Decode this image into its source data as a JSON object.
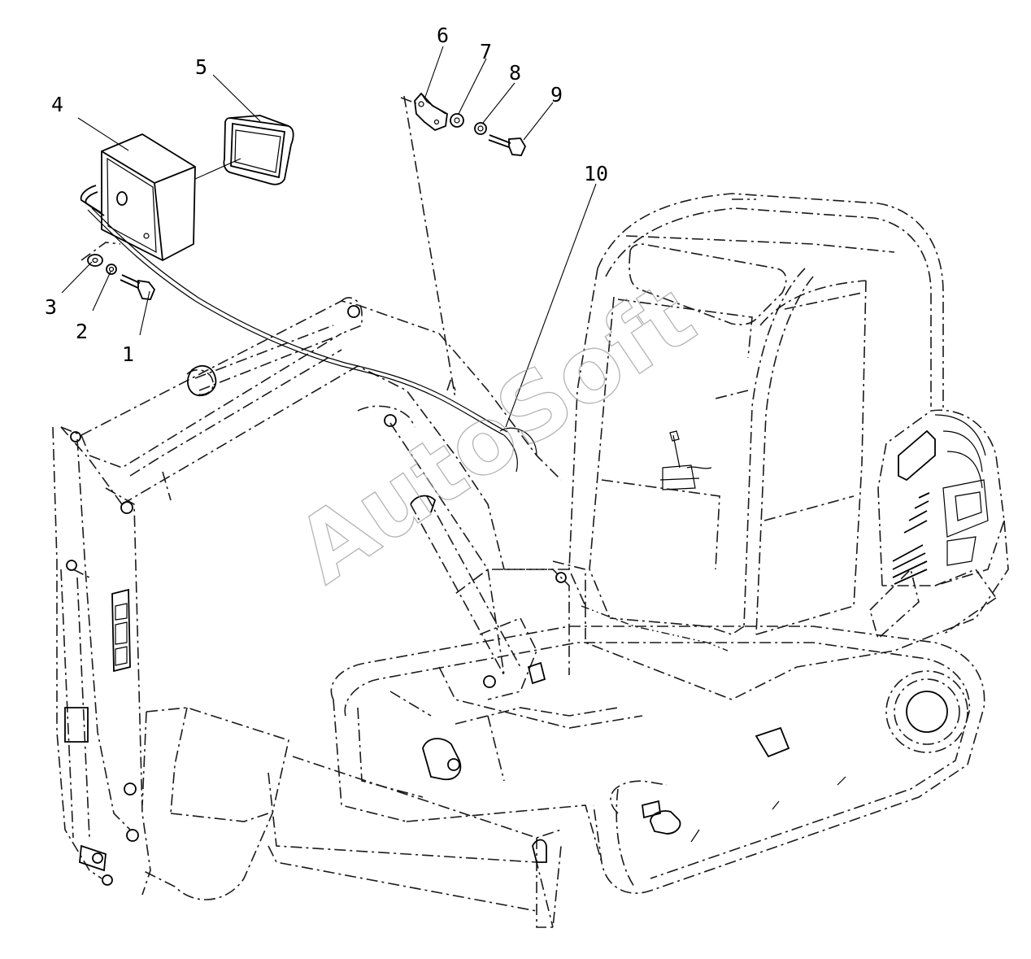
{
  "callouts": [
    "1",
    "2",
    "3",
    "4",
    "5",
    "6",
    "7",
    "8",
    "9",
    "10"
  ],
  "watermark": "AutoSoft"
}
